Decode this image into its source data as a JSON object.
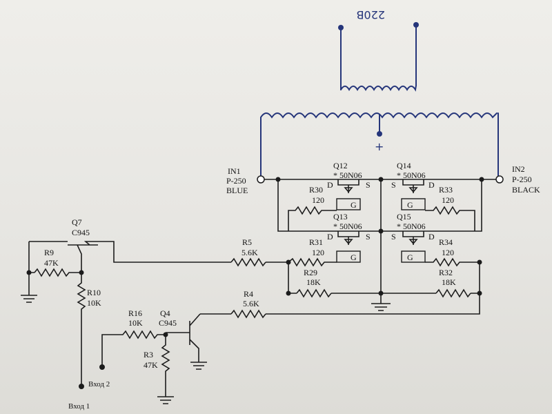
{
  "handwritten": {
    "top_label": "220В",
    "plus_sign": "+"
  },
  "terminals": {
    "in1": {
      "name": "IN1",
      "part": "P-250",
      "color": "BLUE"
    },
    "in2": {
      "name": "IN2",
      "part": "P-250",
      "color": "BLACK"
    }
  },
  "transistors": {
    "q12": {
      "ref": "Q12",
      "part": "* 50N06"
    },
    "q14": {
      "ref": "Q14",
      "part": "* 50N06"
    },
    "q13": {
      "ref": "Q13",
      "part": "* 50N06"
    },
    "q15": {
      "ref": "Q15",
      "part": "* 50N06"
    },
    "q7": {
      "ref": "Q7",
      "part": "C945"
    },
    "q4": {
      "ref": "Q4",
      "part": "C945"
    }
  },
  "pins": {
    "d": "D",
    "s": "S",
    "g": "G"
  },
  "resistors": {
    "r30": {
      "ref": "R30",
      "value": "120"
    },
    "r33": {
      "ref": "R33",
      "value": "120"
    },
    "r31": {
      "ref": "R31",
      "value": "120"
    },
    "r34": {
      "ref": "R34",
      "value": "120"
    },
    "r29": {
      "ref": "R29",
      "value": "18K"
    },
    "r32": {
      "ref": "R32",
      "value": "18K"
    },
    "r5": {
      "ref": "R5",
      "value": "5.6K"
    },
    "r4": {
      "ref": "R4",
      "value": "5.6K"
    },
    "r9": {
      "ref": "R9",
      "value": "47K"
    },
    "r10": {
      "ref": "R10",
      "value": "10K"
    },
    "r16": {
      "ref": "R16",
      "value": "10K"
    },
    "r3": {
      "ref": "R3",
      "value": "47K"
    }
  },
  "inputs": {
    "in_1": "Вход 1",
    "in_2": "Вход 2"
  },
  "colors": {
    "ink": "#1c1c1c",
    "pen": "#25357a",
    "paper": "#e9e8e4"
  }
}
